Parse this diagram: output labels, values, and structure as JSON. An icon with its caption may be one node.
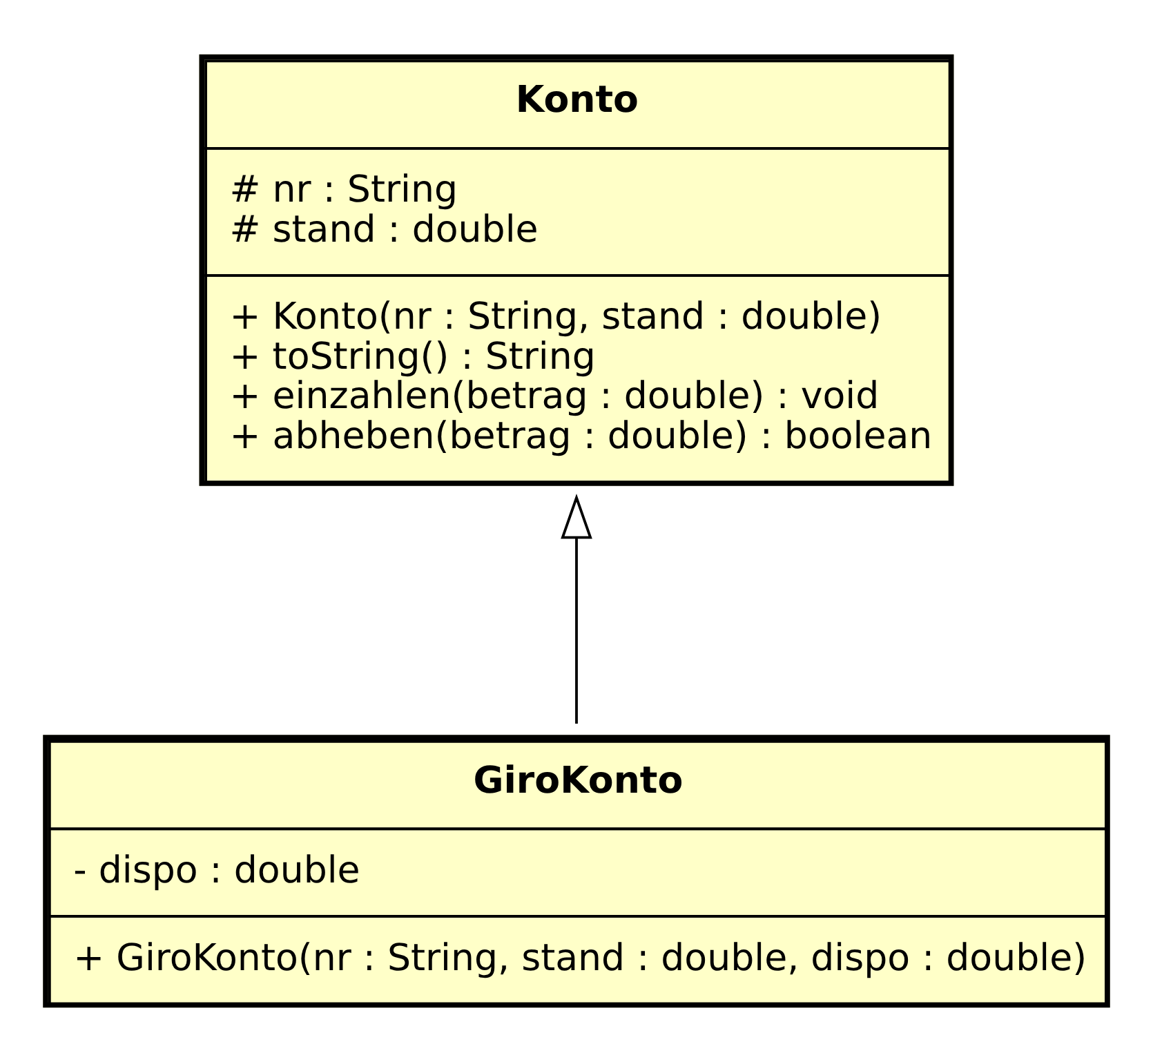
{
  "diagram": {
    "nodes": [
      {
        "text": [
          "Konto",
          "# nr : String",
          "# stand : double",
          "+ Konto(nr : String, stand : double)",
          "+ toString() : String",
          "+ einzahlen(betrag : double) : void",
          "+ abheben(betrag : double) : boolean"
        ]
      },
      {
        "text": [
          "GiroKonto",
          "- dispo : double",
          "+ GiroKonto(nr : String, stand : double, dispo : double)"
        ]
      }
    ],
    "edges": [
      {
        "from": 1,
        "to": 0,
        "arrow": "to"
      }
    ]
  }
}
